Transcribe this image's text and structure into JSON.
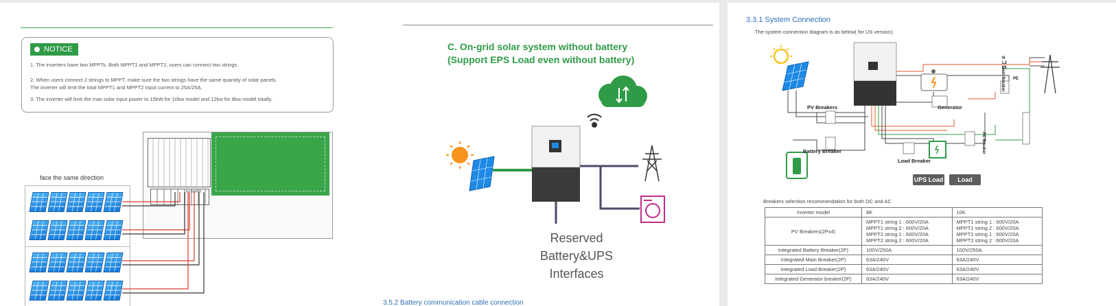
{
  "left_page": {
    "notice": {
      "label": "NOTICE",
      "items": [
        "1. The inverters have two MPPTs. Both MPPT1 and MPPT2, users can connect two strings.",
        "2. When users connect 2 strings to MPPT, make sure the two strings have the same quantity of solar panels.",
        "The inverter will limit the total MPPT1 and MPPT2 input current to 25A/25A.",
        "3. The inverter will limit the max solar input power to 15kW for 10kw model and 12kw for 8kw model totally."
      ]
    },
    "panel_caption": "face the same direction",
    "board_label": "PV INPUT",
    "grid_title": {
      "line1": "C.   On-grid solar system without battery",
      "line2": "(Support EPS Load even without battery)"
    },
    "reserved_text": [
      "Reserved",
      "Battery&UPS",
      "Interfaces"
    ],
    "next_section": "3.5.2    Battery communication cable connection",
    "colors": {
      "green": "#2f9b46",
      "blue": "#2f6fb8",
      "red": "#d63b2a"
    }
  },
  "right_page": {
    "section_title": "3.3.1    System Connection",
    "intro": "The system connection diagram is as below( for US version):",
    "diagram": {
      "pv_breakers": "PV Breakers",
      "battery_breaker": "Battery Breaker",
      "generator": "Generator",
      "load_breaker": "Load Breaker",
      "main_breaker": "Main Breaker",
      "ac_breaker": "AC Breaker",
      "ups_load": "UPS Load",
      "load": "Load",
      "lines": [
        "N",
        "L2",
        "L1",
        "PE"
      ]
    },
    "table_caption": "Breakers selection recommendation for both DC and AC",
    "table": {
      "headers": [
        "Inverter model",
        "8K",
        "10K"
      ],
      "pv_row": {
        "label": "PV Breakers(2Px4)",
        "k8": [
          "MPPT1 string 1 : 600V/20A",
          "MPPT1 string 2 : 600V/20A",
          "MPPT2 string 1 : 600V/20A",
          "MPPT2 string 2 : 600V/20A"
        ],
        "k10": [
          "MPPT1 string 1 : 600V/20A",
          "MPPT1 string 2 : 600V/20A",
          "MPPT2 string 1 : 600V/20A",
          "MPPT2 string 2 : 600V/20A"
        ]
      },
      "rows": [
        [
          "Integrated Battery Breaker(2P)",
          "100V/250A",
          "100V/250A"
        ],
        [
          "Integrated Main Breaker(2P)",
          "63A/240V",
          "63A/240V"
        ],
        [
          "Integrated Load Breaker(2P)",
          "63A/240V",
          "63A/240V"
        ],
        [
          "Integrated Generator breaker(2P)",
          "63A/240V",
          "63A/240V"
        ]
      ]
    }
  }
}
